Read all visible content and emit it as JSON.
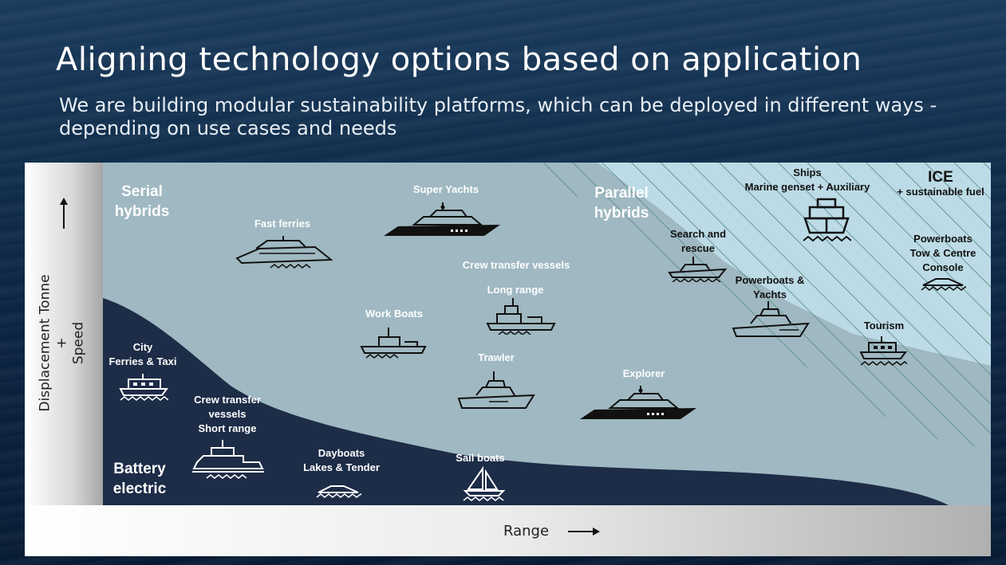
{
  "title": "Aligning technology options based on application",
  "subtitle": "We are building modular sustainability platforms, which can be deployed in different ways - depending on use cases and needs",
  "axes": {
    "y_label_line1": "Displacement Tonne",
    "y_label_line2": "+",
    "y_label_line3": "Speed",
    "x_label": "Range"
  },
  "regions": {
    "serial_line1": "Serial",
    "serial_line2": "hybrids",
    "parallel_line1": "Parallel",
    "parallel_line2": "hybrids",
    "ice_line1": "ICE",
    "ice_line2": "+ sustainable fuel",
    "battery_line1": "Battery",
    "battery_line2": "electric"
  },
  "applications": {
    "super_yachts": "Super Yachts",
    "fast_ferries": "Fast ferries",
    "crew_transfer_long": "Crew transfer vessels",
    "long_range": "Long range",
    "work_boats": "Work Boats",
    "trawler": "Trawler",
    "explorer": "Explorer",
    "city_line1": "City",
    "city_line2": "Ferries & Taxi",
    "crew_short_line1": "Crew transfer",
    "crew_short_line2": "vessels",
    "crew_short_line3": "Short range",
    "dayboats_line1": "Dayboats",
    "dayboats_line2": "Lakes & Tender",
    "sail_boats": "Sail boats",
    "search_line1": "Search and",
    "search_line2": "rescue",
    "powerboats_yachts_line1": "Powerboats &",
    "powerboats_yachts_line2": "Yachts",
    "ships_line1": "Ships",
    "ships_line2": "Marine genset + Auxiliary",
    "powerboats_line1": "Powerboats",
    "powerboats_line2": "Tow & Centre",
    "powerboats_line3": "Console",
    "tourism": "Tourism"
  },
  "colors": {
    "serial_region": "#9fb8c1",
    "ice_region": "#bcdbe6",
    "battery_region": "#1d2c47",
    "hatch": "#5e8f8d"
  },
  "icons": [
    "arrow-up-icon",
    "arrow-right-icon",
    "super-yacht-icon",
    "fast-ferry-icon",
    "crew-vessel-icon",
    "work-boat-icon",
    "trawler-icon",
    "explorer-icon",
    "city-ferry-icon",
    "crew-vessel-short-icon",
    "dayboat-icon",
    "sailboat-icon",
    "search-rescue-icon",
    "powerboat-yacht-icon",
    "ship-icon",
    "powerboat-icon",
    "tourism-boat-icon"
  ]
}
